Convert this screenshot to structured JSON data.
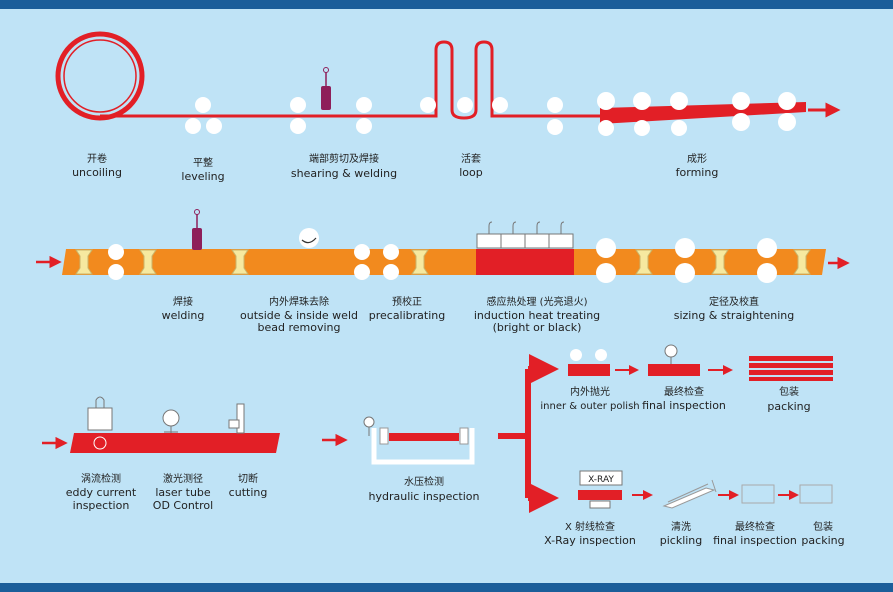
{
  "colors": {
    "background": "#bfe3f6",
    "border": "#1b5e9a",
    "red": "#e21f26",
    "orange": "#f28a1e",
    "roll": "#ffffff",
    "clamp": "#f6e9a0",
    "wire": "#8e1f5a",
    "text": "#222222"
  },
  "row1": {
    "uncoiling": {
      "cn": "开卷",
      "en": "uncoiling"
    },
    "leveling": {
      "cn": "平整",
      "en": "leveling"
    },
    "shearing": {
      "cn": "端部剪切及焊接",
      "en": "shearing &  welding"
    },
    "loop": {
      "cn": "活套",
      "en": "loop"
    },
    "forming": {
      "cn": "成形",
      "en": "forming"
    }
  },
  "row2": {
    "welding": {
      "cn": "焊接",
      "en": "welding"
    },
    "bead": {
      "cn": "内外焊珠去除",
      "en1": "outside &  inside weld",
      "en2": "bead removing"
    },
    "precal": {
      "cn": "预校正",
      "en": "precalibrating"
    },
    "induction": {
      "cn": "感应热处理 (光亮退火)",
      "en1": "induction heat treating",
      "en2": "(bright or black)"
    },
    "sizing": {
      "cn": "定径及校直",
      "en": "sizing &  straightening"
    }
  },
  "row3": {
    "eddy": {
      "cn": "涡流检测",
      "en1": "eddy current",
      "en2": "inspection"
    },
    "laser": {
      "cn": "激光测径",
      "en1": "laser tube",
      "en2": "OD Control"
    },
    "cutting": {
      "cn": "切断",
      "en": "cutting"
    },
    "hydraulic": {
      "cn": "水压检测",
      "en": "hydraulic inspection"
    },
    "polish": {
      "cn": "内外抛光",
      "en": "inner & outer polish"
    },
    "final1": {
      "cn": "最终检查",
      "en": "final inspection"
    },
    "packing1": {
      "cn": "包装",
      "en": "packing"
    },
    "xray_box": "X-RAY",
    "xray": {
      "cn": "X 射线检查",
      "en": "X-Ray inspection"
    },
    "pickling": {
      "cn": "清洗",
      "en": "pickling"
    },
    "final2": {
      "cn": "最终检查",
      "en": "final inspection"
    },
    "packing2": {
      "cn": "包装",
      "en": "packing"
    }
  }
}
